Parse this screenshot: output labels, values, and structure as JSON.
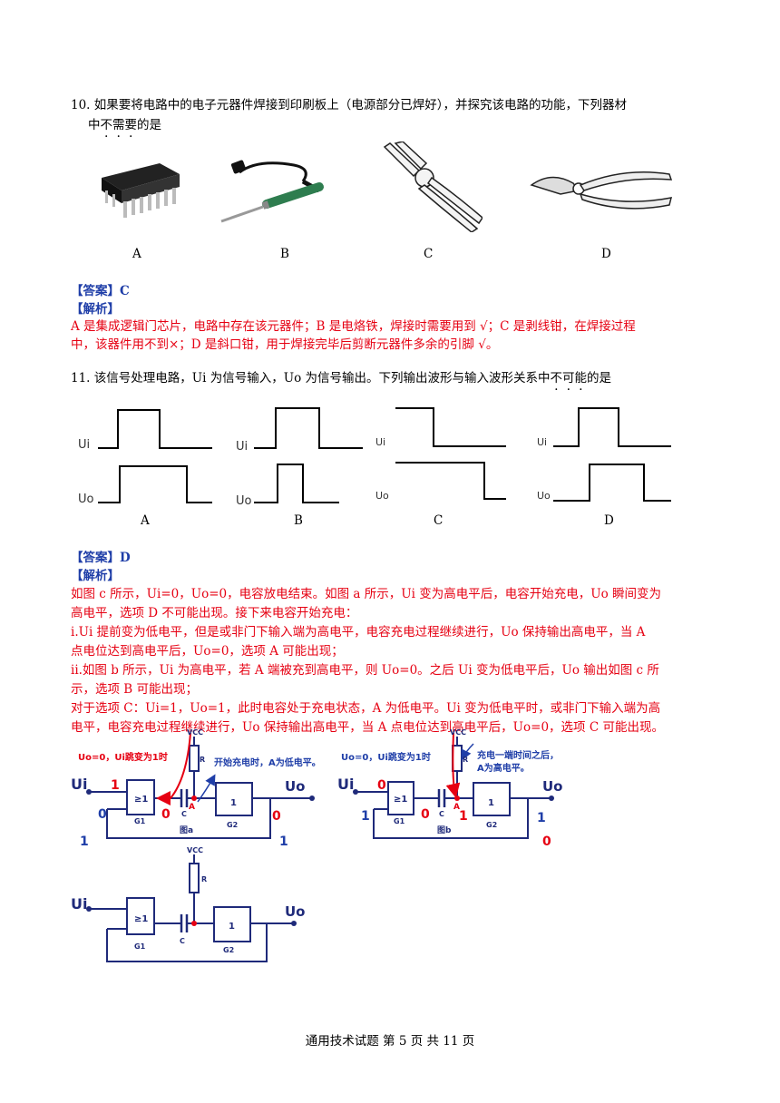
{
  "q10": {
    "line1": "10. 如果要将电路中的电子元器件焊接到印刷板上（电源部分已焊好），并探究该电路的功能，下列器材",
    "line2_pre": "中",
    "line2_dotted": [
      "不",
      "需",
      "要"
    ],
    "line2_post": "的是",
    "options": [
      "A",
      "B",
      "C",
      "D"
    ],
    "answer_label": "【答案】",
    "answer_value": "C",
    "analysis_label": "【解析】",
    "analysis_lines": [
      "A 是集成逻辑门芯片，电路中存在该元器件；B 是电烙铁，焊接时需要用到 √；C 是剥线钳，在焊接过程",
      "中，该器件用不到×；D 是斜口钳，用于焊接完毕后剪断元器件多余的引脚 √。"
    ]
  },
  "q11": {
    "line_pre": "11. 该信号处理电路，Ui 为信号输入，Uo 为信号输出。下列输出波形与输入波形关系中",
    "line_dotted": [
      "不",
      "可",
      "能"
    ],
    "line_post": "的是",
    "options": [
      "A",
      "B",
      "C",
      "D"
    ],
    "ui_label": "Ui",
    "uo_label": "Uo",
    "answer_label": "【答案】",
    "answer_value": "D",
    "analysis_label": "【解析】",
    "analysis_lines": [
      "如图 c 所示，Ui=0，Uo=0，电容放电结束。如图 a 所示，Ui 变为高电平后，电容开始充电，Uo 瞬间变为",
      "高电平，选项 D 不可能出现。接下来电容开始充电：",
      "i.Ui 提前变为低电平，但是或非门下输入端为高电平，电容充电过程继续进行，Uo 保持输出高电平，当 A",
      "点电位达到高电平后，Uo=0，选项 A 可能出现；",
      "ii.如图 b 所示，Ui 为高电平，若 A 端被充到高电平，则 Uo=0。之后 Ui 变为低电平后，Uo 输出如图 c 所",
      "示，选项 B 可能出现；",
      "对于选项 C：Ui=1，Uo=1，此时电容处于充电状态，A 为低电平。Ui 变为低电平时，或非门下输入端为高",
      "电平，电容充电过程继续进行，Uo 保持输出高电平，当 A 点电位达到高电平后，Uo=0，选项 C 可能出现。"
    ]
  },
  "circuits": {
    "a": {
      "note": "Uo=0，Ui跳变为1时",
      "callout": "开始充电时，A为低电平。",
      "caption": "图a",
      "vals": [
        "1",
        "0",
        "0",
        "1",
        "0",
        "1"
      ]
    },
    "b": {
      "note": "Uo=0，Ui跳变为1时",
      "callout_1": "充电一端时间之后，",
      "callout_2": "A为高电平。",
      "caption": "图b",
      "vals": [
        "0",
        "1",
        "0",
        "1",
        "1",
        "0"
      ]
    },
    "c": "C",
    "vcc": "VCC",
    "r": "R",
    "a_node": "A",
    "g1": "G1",
    "g2": "G2",
    "or_gate": "≥1",
    "not_gate": "1",
    "ui": "Ui",
    "uo": "Uo"
  },
  "footer": "通用技术试题 第 5 页 共 11 页"
}
